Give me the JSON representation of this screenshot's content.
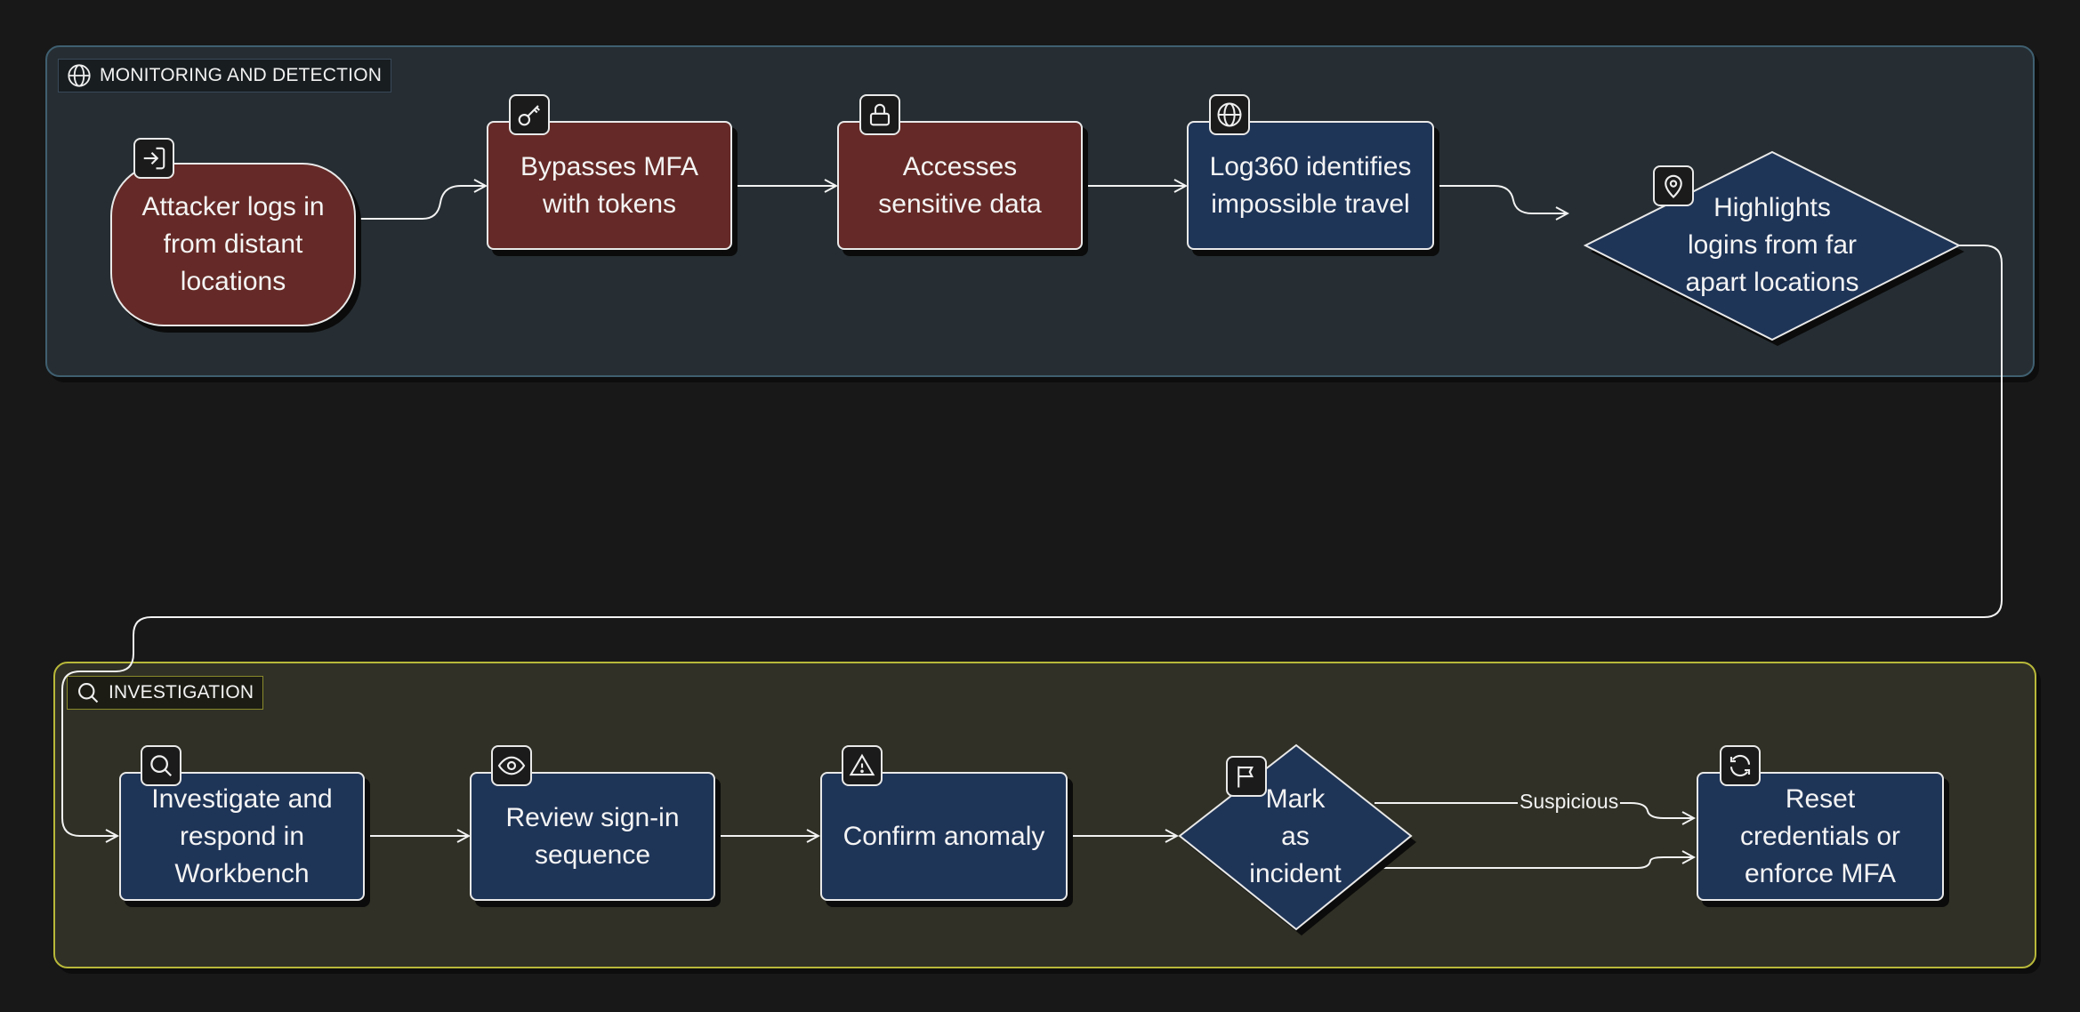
{
  "groups": {
    "monitoring": {
      "label": "MONITORING AND DETECTION",
      "icon": "globe-icon"
    },
    "investigation": {
      "label": "INVESTIGATION",
      "icon": "search-icon"
    }
  },
  "nodes": {
    "attacker_logs_in": {
      "label": "Attacker logs in\nfrom distant\nlocations",
      "icon": "sign-in-icon"
    },
    "bypasses_mfa": {
      "label": "Bypasses MFA\nwith tokens",
      "icon": "key-icon"
    },
    "accesses_data": {
      "label": "Accesses\nsensitive data",
      "icon": "lock-icon"
    },
    "log360_identifies": {
      "label": "Log360 identifies\nimpossible travel",
      "icon": "globe-icon"
    },
    "highlights_logins": {
      "label": "Highlights\nlogins from far\napart locations",
      "icon": "map-pin-icon"
    },
    "investigate_respond": {
      "label": "Investigate and\nrespond in\nWorkbench",
      "icon": "search-icon"
    },
    "review_signin": {
      "label": "Review sign-in\nsequence",
      "icon": "eye-icon"
    },
    "confirm_anomaly": {
      "label": "Confirm anomaly",
      "icon": "warning-icon"
    },
    "mark_incident": {
      "label": "Mark\nas\nincident",
      "icon": "flag-icon"
    },
    "reset_credentials": {
      "label": "Reset\ncredentials or\nenforce MFA",
      "icon": "refresh-icon"
    }
  },
  "edges": {
    "suspicious_label": "Suspicious"
  },
  "colors": {
    "background": "#181818",
    "threat_node": "#652a27",
    "action_node": "#1f3558",
    "monitoring_group": "#262e33",
    "investigation_group": "#303026",
    "investigation_border": "#b8b83a"
  }
}
